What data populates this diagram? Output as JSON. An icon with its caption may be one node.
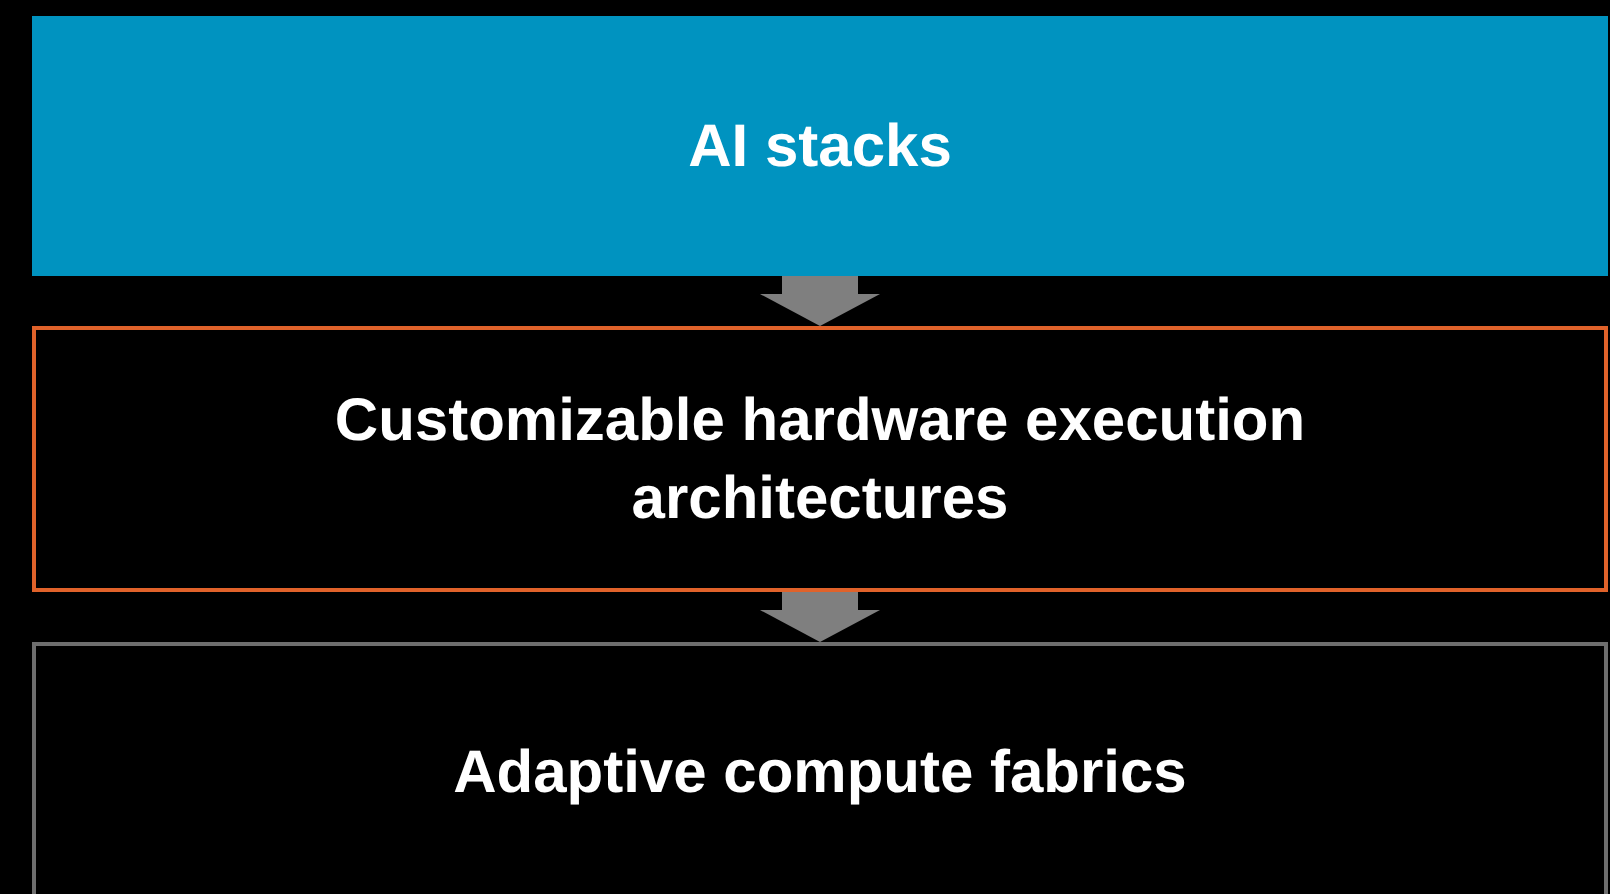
{
  "diagram": {
    "nodes": [
      {
        "text": [
          "AI stacks"
        ]
      },
      {
        "text": [
          "Customizable hardware execution architectures"
        ]
      },
      {
        "text": [
          "Adaptive compute fabrics"
        ]
      }
    ],
    "edges": [
      {
        "from": 0,
        "to": 1,
        "arrow": "to"
      },
      {
        "from": 1,
        "to": 2,
        "arrow": "to"
      }
    ]
  }
}
